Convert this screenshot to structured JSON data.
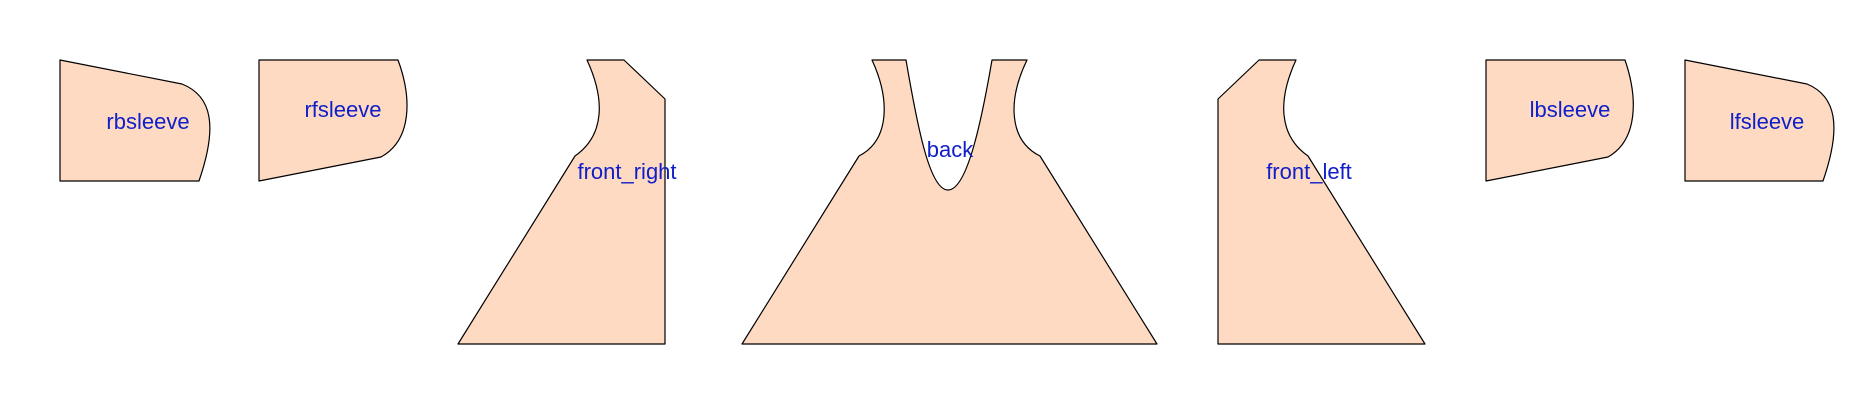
{
  "colors": {
    "background": "#FFFFFF",
    "panel_fill": "#FFDAC2",
    "panel_stroke": "#000000",
    "label_text": "#1020C8"
  },
  "panels": {
    "rbsleeve": "rbsleeve",
    "rfsleeve": "rfsleeve",
    "front_right": "front_right",
    "back": "back",
    "front_left": "front_left",
    "lbsleeve": "lbsleeve",
    "lfsleeve": "lfsleeve"
  }
}
